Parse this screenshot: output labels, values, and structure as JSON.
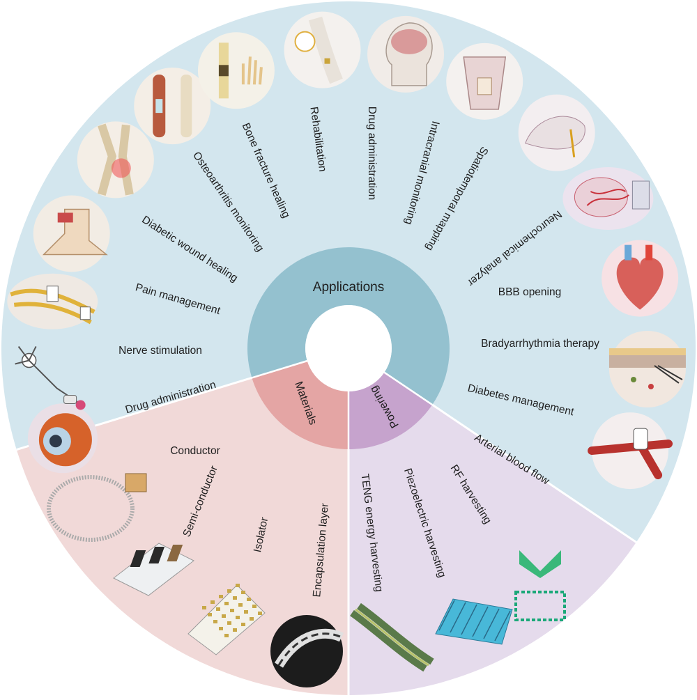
{
  "colors": {
    "applications_sector": "#d3e6ee",
    "materials_sector": "#f1d9d8",
    "powering_sector": "#e5dbec",
    "applications_hub": "#94c1cf",
    "materials_hub": "#e4a5a4",
    "powering_hub": "#c6a3cd",
    "divider": "#ffffff"
  },
  "hub": {
    "applications": "Applications",
    "materials": "Materials",
    "powering": "Powering"
  },
  "applications": [
    {
      "label": "Drug administration",
      "icon": "eye-icon"
    },
    {
      "label": "Nerve stimulation",
      "icon": "neuron-icon"
    },
    {
      "label": "Pain management",
      "icon": "nerve-cuff-icon"
    },
    {
      "label": "Diabetic wound healing",
      "icon": "foot-wound-icon"
    },
    {
      "label": "Osteoarthritis monitoring",
      "icon": "knee-joint-icon"
    },
    {
      "label": "Bone fracture healing",
      "icon": "bone-icon"
    },
    {
      "label": "Rehabilitation",
      "icon": "hand-tendon-icon"
    },
    {
      "label": "Drug administration",
      "icon": "arm-implant-icon"
    },
    {
      "label": "Intracranial monitoring",
      "icon": "human-head-icon"
    },
    {
      "label": "Spatiotemporal mapping",
      "icon": "rat-skull-icon"
    },
    {
      "label": "Neurochemical analyzer",
      "icon": "rat-head-icon"
    },
    {
      "label": "BBB opening",
      "icon": "brain-vessels-icon"
    },
    {
      "label": "Bradyarrhythmia therapy",
      "icon": "heart-icon"
    },
    {
      "label": "Diabetes management",
      "icon": "skin-patch-icon"
    },
    {
      "label": "Arterial blood flow",
      "icon": "artery-cuff-icon"
    }
  ],
  "materials": [
    {
      "label": "Conductor",
      "icon": "coil-conductor-icon"
    },
    {
      "label": "Semi-conductor",
      "icon": "semiconductor-chip-icon"
    },
    {
      "label": "Isolator",
      "icon": "electrode-array-icon"
    },
    {
      "label": "Encapsulation layer",
      "icon": "encapsulated-film-icon"
    }
  ],
  "powering": [
    {
      "label": "TENG energy harvesting",
      "icon": "teng-film-icon"
    },
    {
      "label": "Piezoelectric harvesting",
      "icon": "piezo-grid-icon"
    },
    {
      "label": "RF harvesting",
      "icon": "rf-antenna-icon"
    }
  ]
}
